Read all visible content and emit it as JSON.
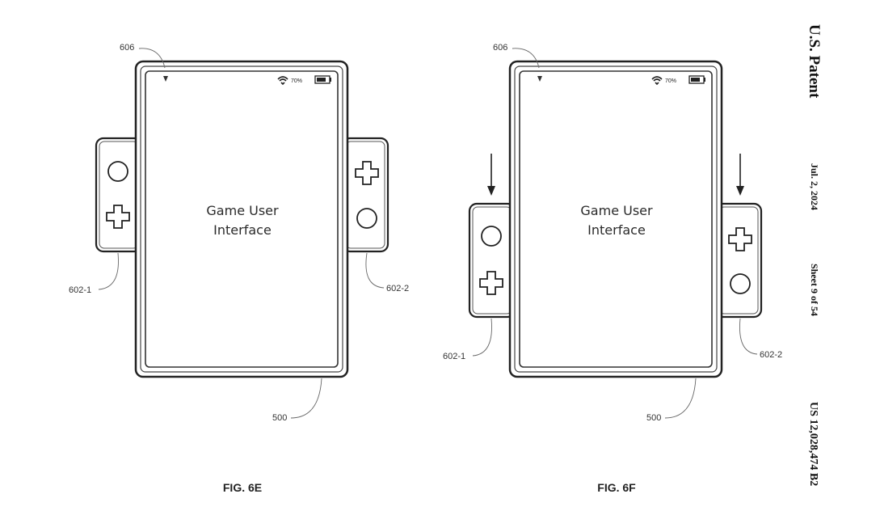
{
  "header": {
    "patent_title": "U.S. Patent",
    "date": "Jul. 2, 2024",
    "sheet": "Sheet 9 of 54",
    "number": "US 12,028,474 B2"
  },
  "figures": [
    {
      "caption": "FIG. 6E",
      "screen_text_line1": "Game User",
      "screen_text_line2": "Interface",
      "status_battery": "70%",
      "ref_indicator": "606",
      "ref_left_controller": "602-1",
      "ref_right_controller": "602-2",
      "ref_device": "500"
    },
    {
      "caption": "FIG. 6F",
      "screen_text_line1": "Game User",
      "screen_text_line2": "Interface",
      "status_battery": "70%",
      "ref_indicator": "606",
      "ref_left_controller": "602-1",
      "ref_right_controller": "602-2",
      "ref_device": "500"
    }
  ]
}
